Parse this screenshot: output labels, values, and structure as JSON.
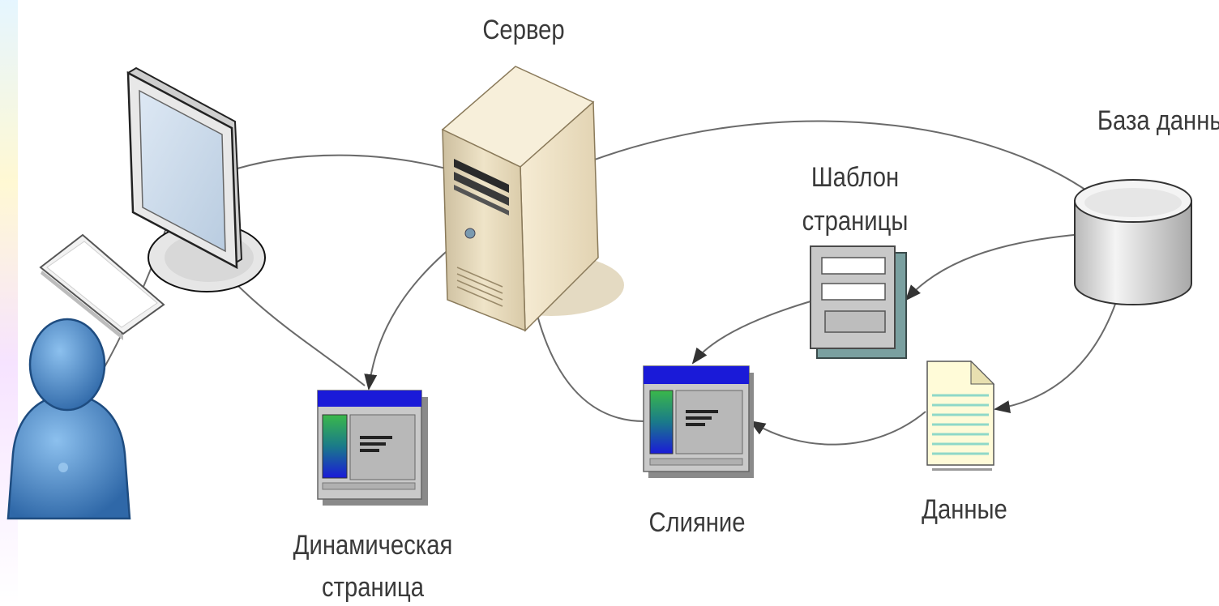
{
  "labels": {
    "server": "Сервер",
    "database": "База данных",
    "template_line1": "Шаблон",
    "template_line2": "страницы",
    "dynamic_line1": "Динамическая",
    "dynamic_line2": "страница",
    "merge": "Слияние",
    "data": "Данные"
  },
  "colors": {
    "window_titlebar": "#1a1ad8",
    "server_body": "#e8dcc0",
    "user_figure": "#4a86c8",
    "connector": "#606060"
  },
  "icons": [
    "monitor-icon",
    "keyboard-icon",
    "user-icon",
    "server-icon",
    "database-icon",
    "template-icon",
    "merge-window-icon",
    "dynamic-page-icon",
    "data-document-icon"
  ]
}
